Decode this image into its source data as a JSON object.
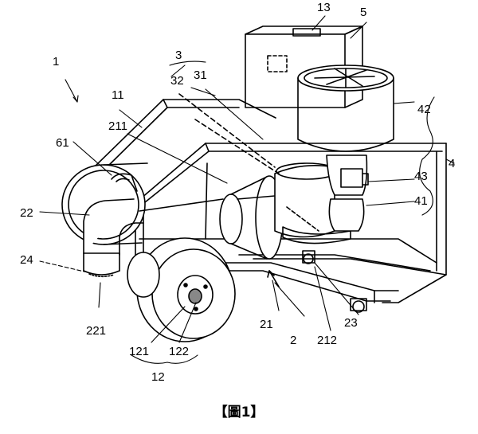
{
  "figure": {
    "caption": "【圖1】",
    "labels": {
      "l1": "1",
      "l3": "3",
      "l5": "5",
      "l11": "11",
      "l12": "12",
      "l13": "13",
      "l2": "2",
      "l4": "4",
      "l21": "21",
      "l22": "22",
      "l23": "23",
      "l24": "24",
      "l31": "31",
      "l32": "32",
      "l41": "41",
      "l42": "42",
      "l43": "43",
      "l61": "61",
      "l121": "121",
      "l122": "122",
      "l211": "211",
      "l212": "212",
      "l221": "221"
    }
  }
}
